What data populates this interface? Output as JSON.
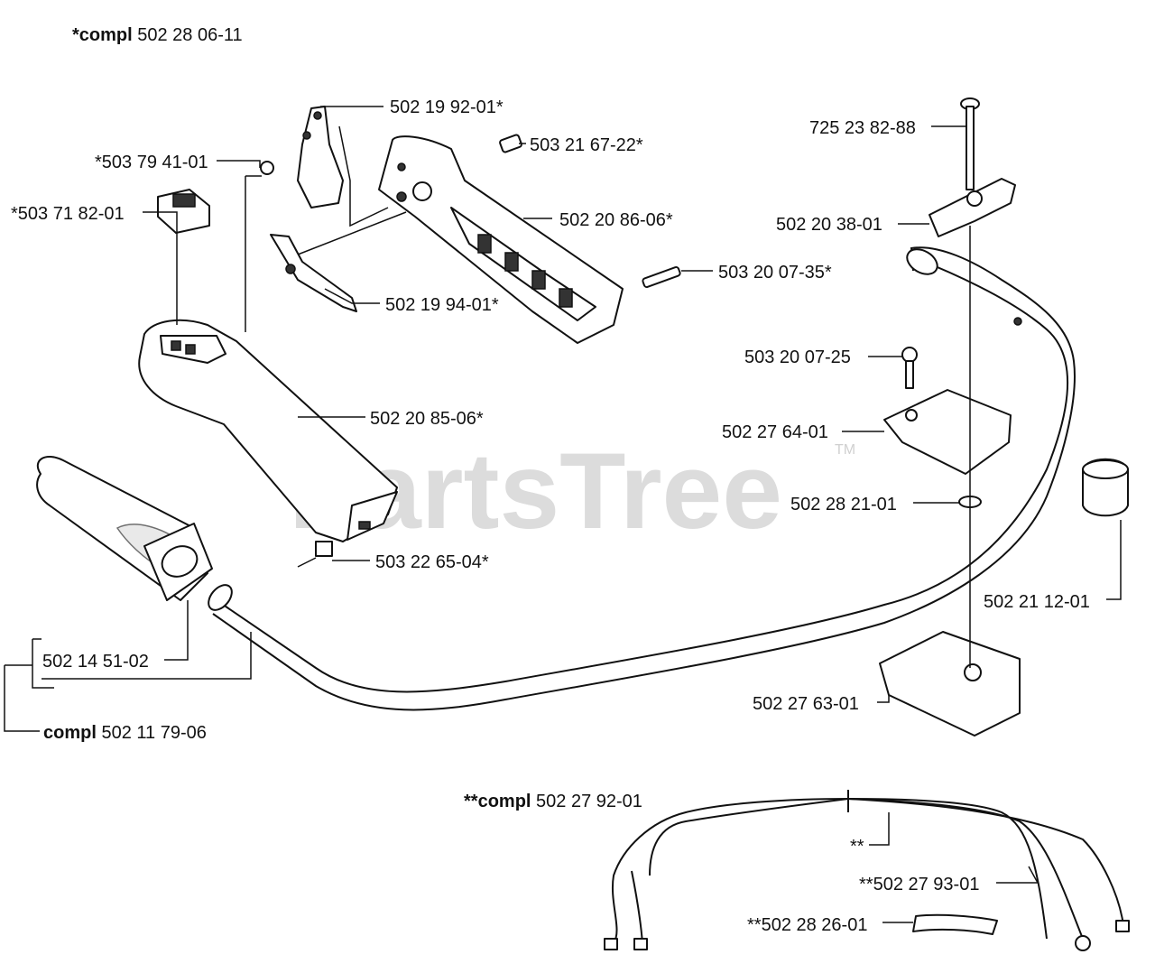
{
  "watermark": {
    "text": "PartsTree",
    "trademark": "TM"
  },
  "labels": {
    "compl_top": {
      "prefix": "*compl",
      "number": "502 28 06-11"
    },
    "p_502_19_92_01": "502 19 92-01*",
    "p_503_79_41_01": "*503 79 41-01",
    "p_503_71_82_01": "*503 71 82-01",
    "p_503_21_67_22": "503 21 67-22*",
    "p_502_20_86_06": "502 20 86-06*",
    "p_503_20_07_35": "503 20 07-35*",
    "p_502_19_94_01": "502 19 94-01*",
    "p_502_20_85_06": "502 20 85-06*",
    "p_503_22_65_04": "503 22 65-04*",
    "p_725_23_82_88": "725 23 82-88",
    "p_502_20_38_01": "502 20 38-01",
    "p_503_20_07_25": "503 20 07-25",
    "p_502_27_64_01": "502 27 64-01",
    "p_502_28_21_01": "502 28 21-01",
    "p_502_21_12_01": "502 21 12-01",
    "p_502_27_63_01": "502 27 63-01",
    "p_502_14_51_02": "502 14 51-02",
    "compl_handle": {
      "prefix": "compl",
      "number": "502 11 79-06"
    },
    "compl_wire": {
      "prefix": "**compl",
      "number": "502 27 92-01"
    },
    "double_star": "**",
    "p_502_27_93_01": "**502 27 93-01",
    "p_502_28_26_01": "**502 28 26-01"
  }
}
